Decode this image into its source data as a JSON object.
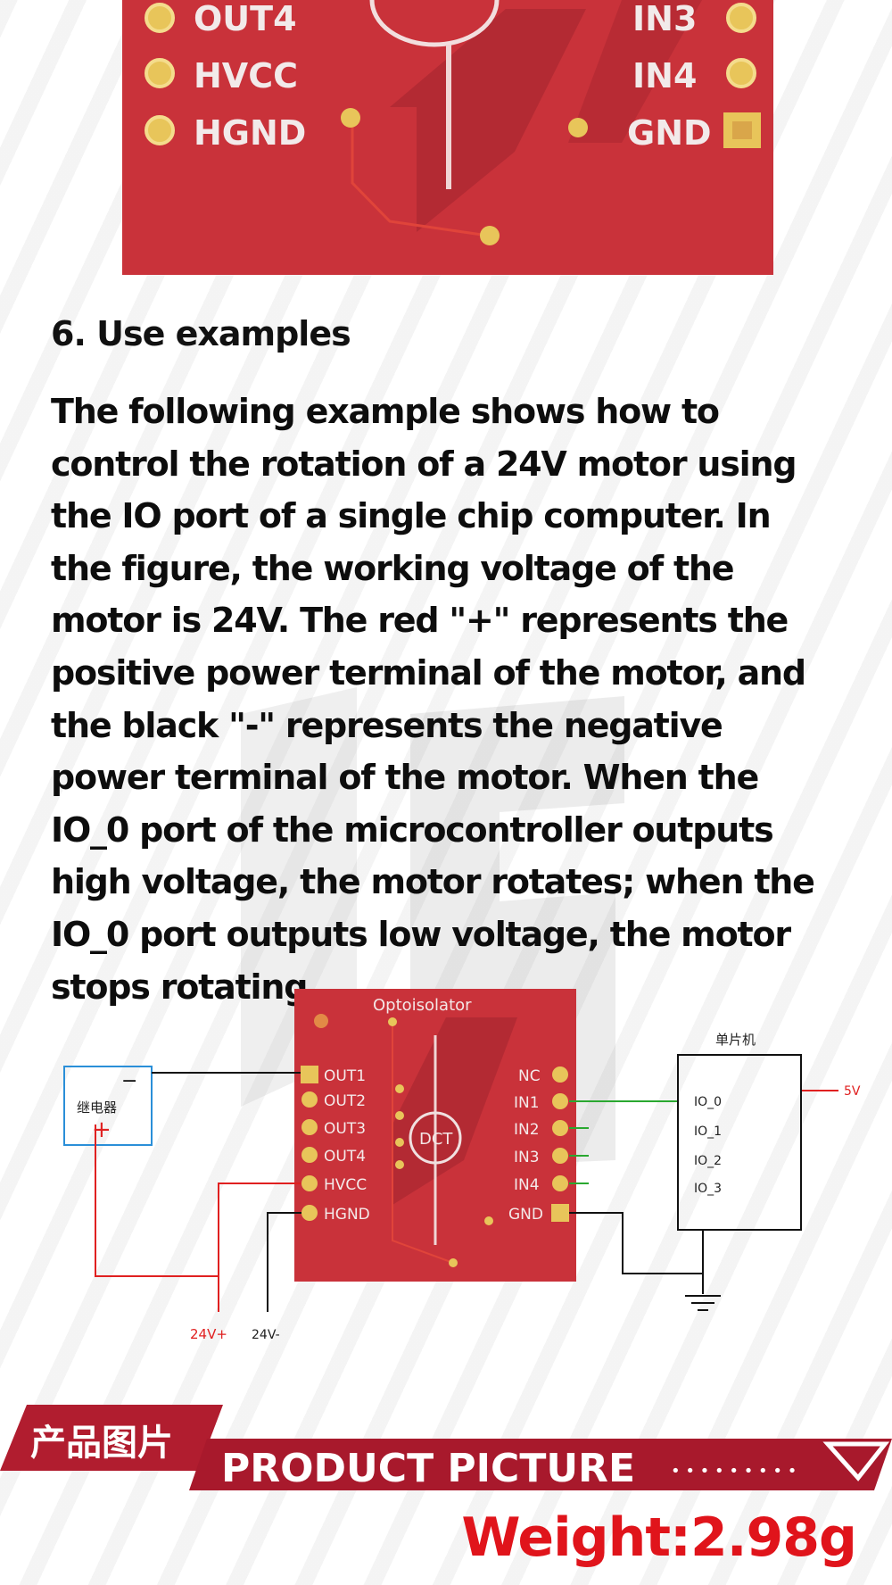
{
  "top_board": {
    "left_pins": [
      "OUT4",
      "HVCC",
      "HGND"
    ],
    "right_pins": [
      "IN3",
      "IN4",
      "GND"
    ]
  },
  "section": {
    "heading": "6. Use examples",
    "paragraph": "The following example shows how to control the rotation of a 24V motor using the IO port of a single chip computer. In the figure, the working voltage of the motor is 24V. The red \"+\" represents the positive power terminal of the motor, and the black \"-\" represents the negative power terminal of the motor. When the IO_0 port of the microcontroller outputs high voltage, the motor rotates; when the IO_0 port outputs low voltage, the motor stops rotating."
  },
  "circuit": {
    "module_title": "Optoisolator",
    "module_logo": "DCT",
    "left_pins": [
      "OUT1",
      "OUT2",
      "OUT3",
      "OUT4",
      "HVCC",
      "HGND"
    ],
    "right_pins": [
      "NC",
      "IN1",
      "IN2",
      "IN3",
      "IN4",
      "GND"
    ],
    "relay_label": "继电器",
    "relay_minus": "−",
    "relay_plus": "+",
    "mcu_label": "单片机",
    "mcu_pins": [
      "IO_0",
      "IO_1",
      "IO_2",
      "IO_3"
    ],
    "supply_5v": "5V",
    "supply_24v_plus": "24V+",
    "supply_24v_minus": "24V-"
  },
  "banner": {
    "cn_title": "产品图片",
    "en_title": "PRODUCT PICTURE",
    "dots": "• • • • • • • • •"
  },
  "weight": "Weight:2.98g",
  "colors": {
    "board_red": "#c9323a",
    "banner_red": "#a8192c",
    "weight_red": "#e0141b",
    "pad_gold": "#e8c55a",
    "wire_red": "#e02020",
    "wire_green": "#2aa830",
    "relay_blue": "#2a8fd8"
  }
}
